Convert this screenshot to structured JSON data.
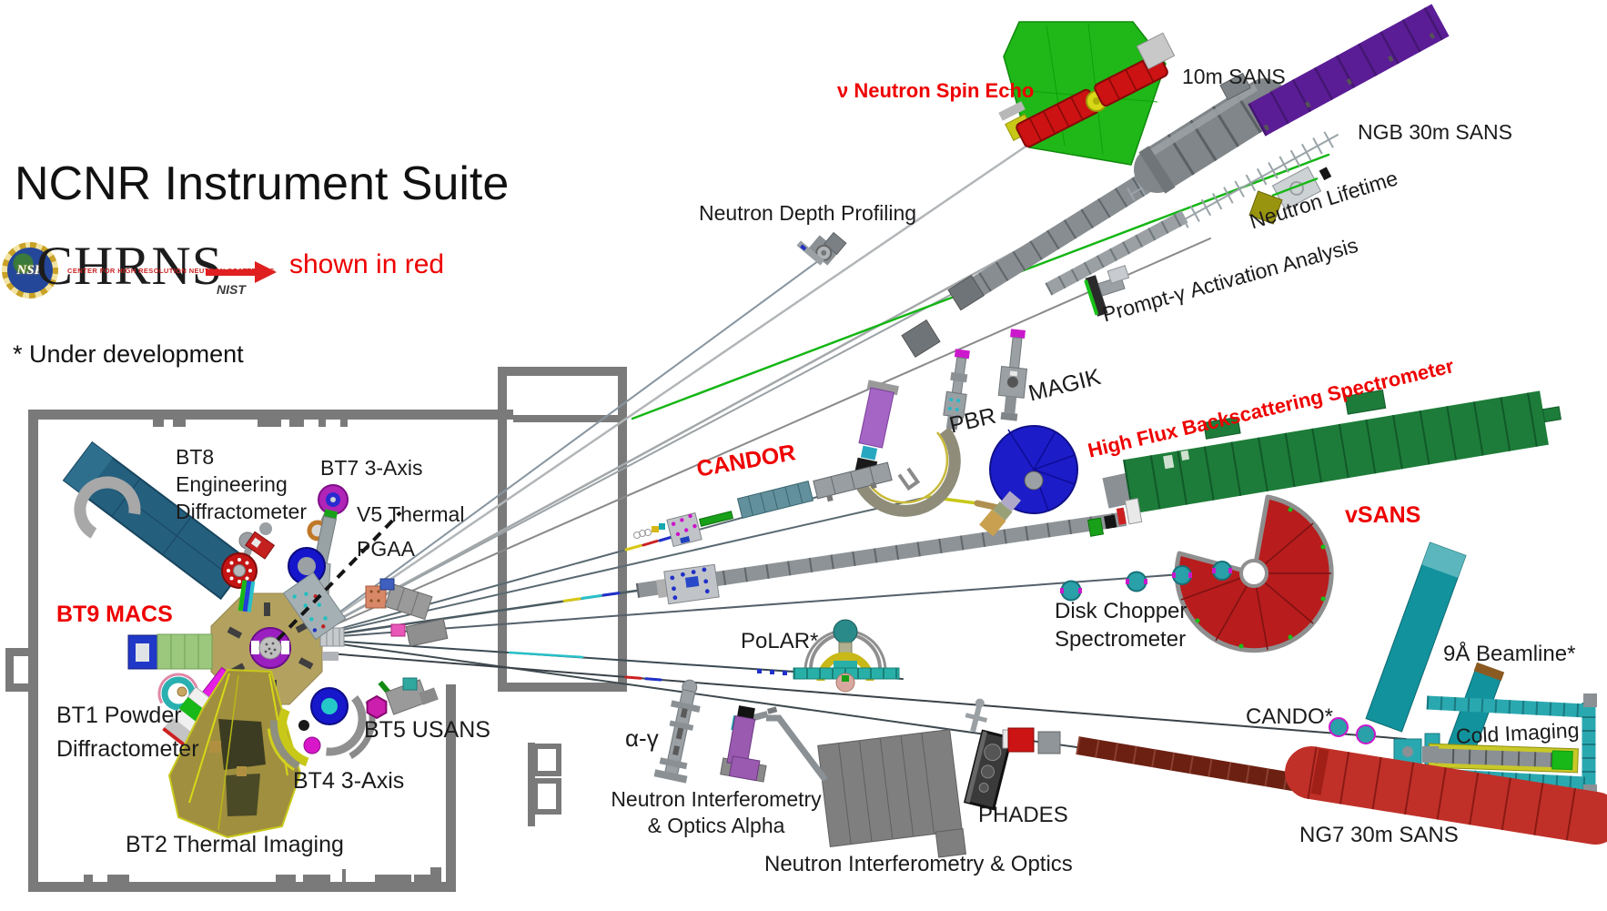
{
  "header": {
    "title": "NCNR Instrument Suite",
    "legend_red": "shown in red",
    "under_development": "* Under development"
  },
  "logo": {
    "nsf": "NSF",
    "chrns": "CHRNS",
    "sub": "CENTER FOR HIGH RESOLUTION NEUTRON SCATTERING",
    "nist": "NIST"
  },
  "labels": {
    "bt8": "BT8\nEngineering\nDiffractometer",
    "bt7": "BT7 3-Axis",
    "v5": "V5 Thermal\nPGAA",
    "bt9_macs": "BT9 MACS",
    "bt1": "BT1 Powder\nDiffractometer",
    "bt5": "BT5 USANS",
    "bt4": "BT4 3-Axis",
    "bt2": "BT2 Thermal Imaging",
    "nse": "ν Neutron Spin Echo",
    "ndp": "Neutron Depth Profiling",
    "sans10": "10m SANS",
    "ngb30": "NGB 30m SANS",
    "lifetime": "Neutron Lifetime",
    "pgaa": "Prompt-γ Activation Analysis",
    "magik": "MAGIK",
    "pbr": "PBR",
    "hfbs": "High Flux Backscattering Spectrometer",
    "candor": "CANDOR",
    "vsans": "vSANS",
    "dcs": "Disk Chopper\nSpectrometer",
    "nine_a": "9Å Beamline*",
    "cando": "CANDO*",
    "cold": "Cold Imaging",
    "ng7": "NG7 30m SANS",
    "phades": "PHADES",
    "nio": "Neutron Interferometry & Optics",
    "nioa": "Neutron Interferometry\n& Optics Alpha",
    "alpha_gamma": "α-γ",
    "polar": "PoLAR*"
  },
  "colors": {
    "red_label": "#ee0000",
    "wall_gray": "#7a7a7a",
    "nse_green": "#1fb818",
    "ngb_purple": "#5b1d96",
    "vsans_green": "#1d7c39",
    "dcs_red": "#b81c1c",
    "ng7_red": "#c03028",
    "guide_maroon": "#6b2012",
    "beamline_teal": "#12929b",
    "reactor_tan": "#b3a25f",
    "core_purple": "#9b1fc0",
    "hfbs_blue": "#1c1cc8"
  }
}
